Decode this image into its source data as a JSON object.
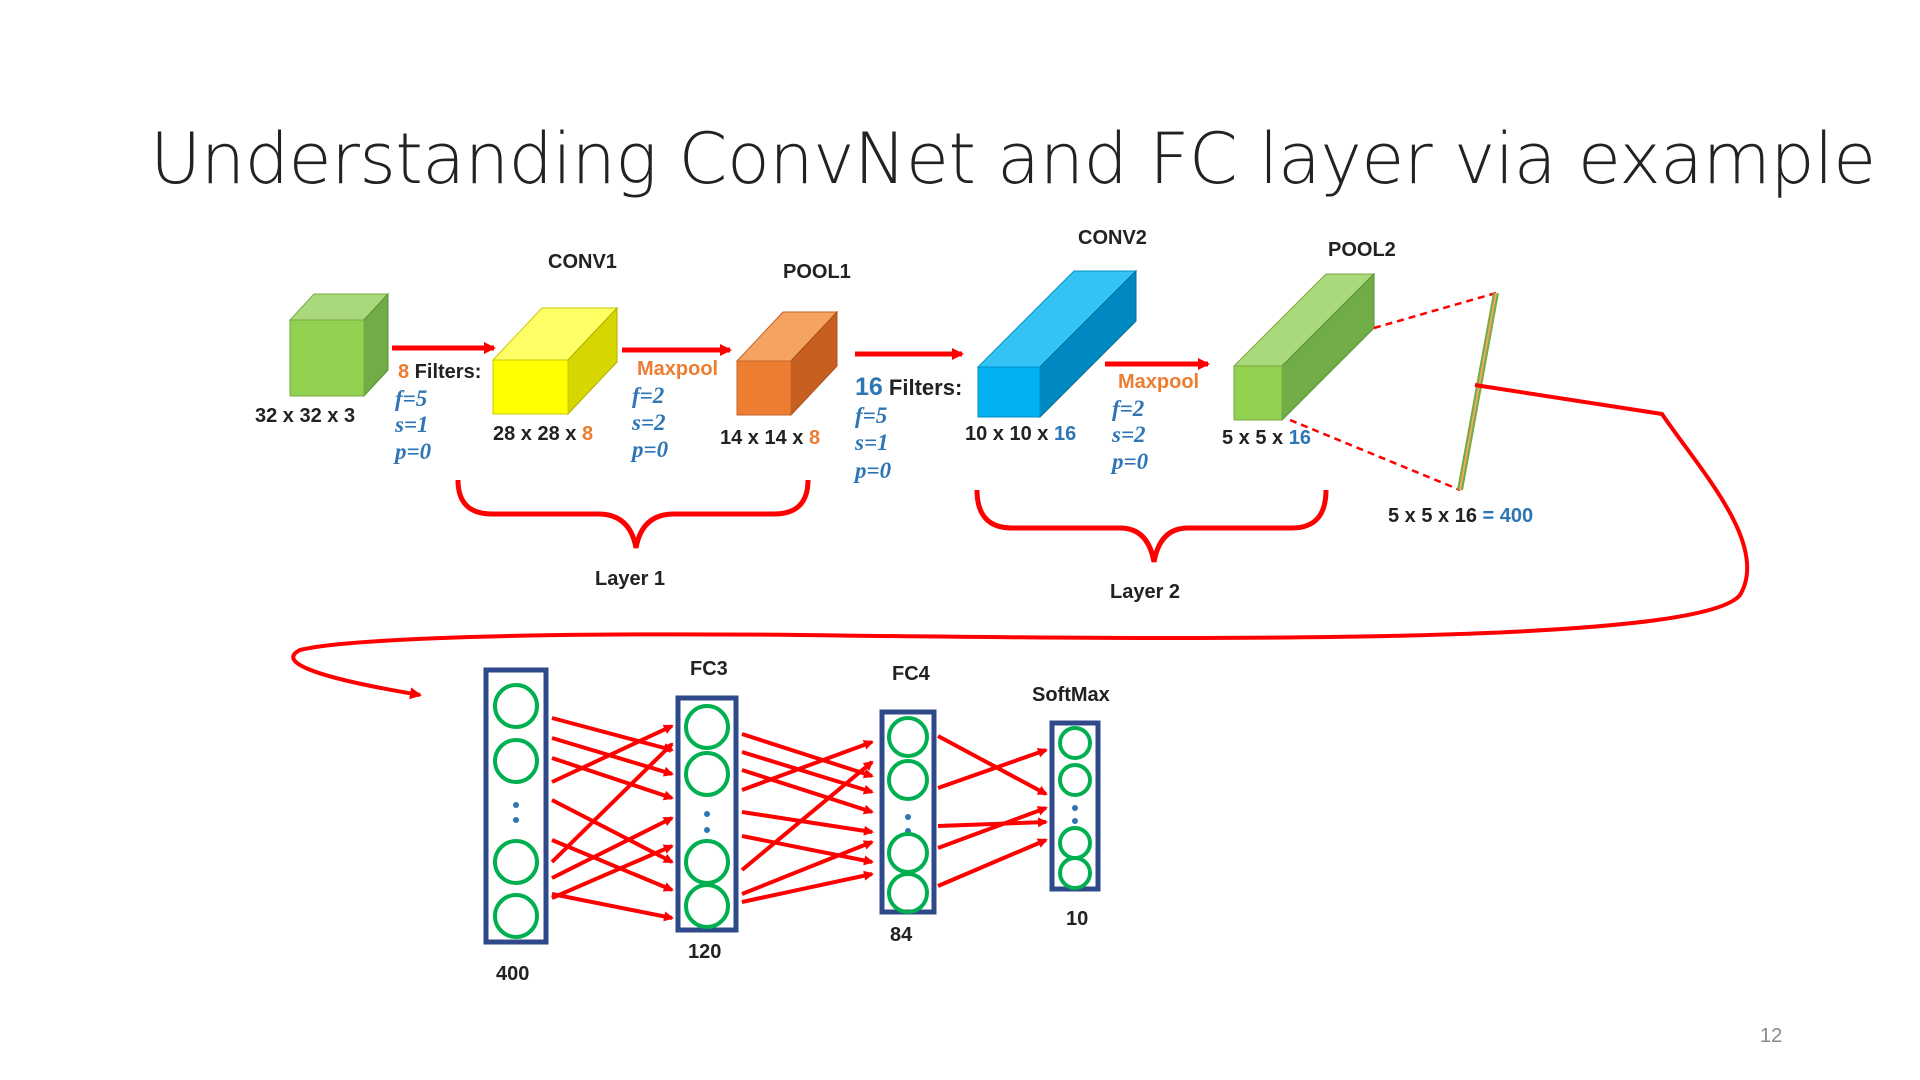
{
  "slide": {
    "title": "Understanding ConvNet and FC layer via example",
    "page_number": "12"
  },
  "colors": {
    "input_cube": "#92d050",
    "conv1_cube": "#ffff00",
    "pool1_cube": "#ed7d31",
    "conv2_cube": "#00b0f0",
    "pool2_cube": "#92d050",
    "arrow": "#ff0000",
    "neuron": "#00b050",
    "layer_box": "#2f4a8a",
    "accent_blue": "#2e75b6",
    "accent_orange": "#ed7d31"
  },
  "input": {
    "dims": "32 x 32 x 3"
  },
  "conv1": {
    "name": "CONV1",
    "filters_count": "8",
    "filters_label": " Filters:",
    "params": [
      "f=5",
      "s=1",
      "p=0"
    ],
    "dims_prefix": "28 x 28 x ",
    "dims_depth": "8"
  },
  "pool1": {
    "name": "POOL1",
    "op": "Maxpool",
    "params": [
      "f=2",
      "s=2",
      "p=0"
    ],
    "dims_prefix": "14 x 14 x ",
    "dims_depth": "8"
  },
  "conv2": {
    "name": "CONV2",
    "filters_count": "16",
    "filters_label": " Filters:",
    "params": [
      "f=5",
      "s=1",
      "p=0"
    ],
    "dims_prefix": "10 x 10 x ",
    "dims_depth": "16"
  },
  "pool2": {
    "name": "POOL2",
    "op": "Maxpool",
    "params": [
      "f=2",
      "s=2",
      "p=0"
    ],
    "dims_prefix": "5 x 5 x ",
    "dims_depth": "16"
  },
  "flatten": {
    "prefix": "5 x 5 x 16 ",
    "result": "= 400"
  },
  "groups": {
    "layer1": "Layer 1",
    "layer2": "Layer 2"
  },
  "fc": {
    "input": {
      "size": "400"
    },
    "fc3": {
      "name": "FC3",
      "size": "120"
    },
    "fc4": {
      "name": "FC4",
      "size": "84"
    },
    "softmax": {
      "name": "SoftMax",
      "size": "10"
    }
  }
}
